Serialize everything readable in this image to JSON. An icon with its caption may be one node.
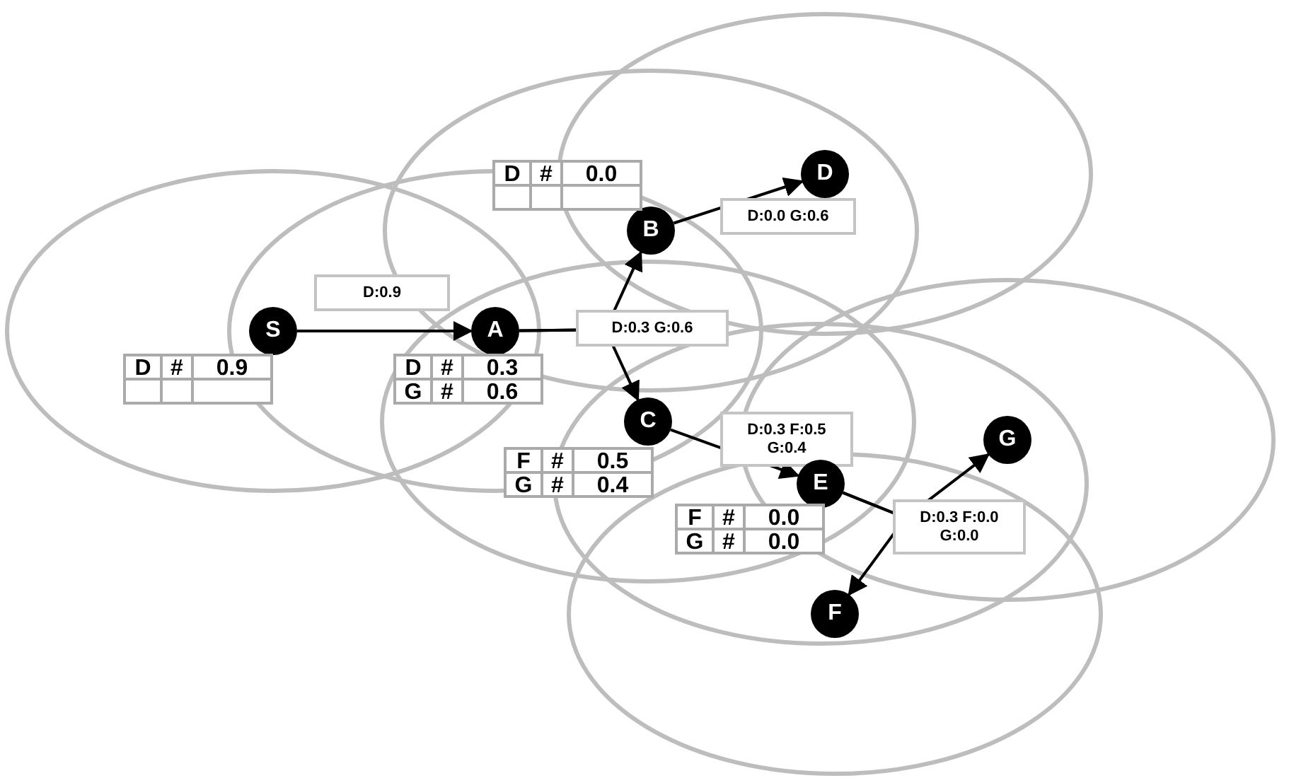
{
  "diagram": {
    "nodes": [
      {
        "text": [
          "S"
        ]
      },
      {
        "text": [
          "A"
        ]
      },
      {
        "text": [
          "B"
        ]
      },
      {
        "text": [
          "D"
        ]
      },
      {
        "text": [
          "C"
        ]
      },
      {
        "text": [
          "E"
        ]
      },
      {
        "text": [
          "G"
        ]
      },
      {
        "text": [
          "F"
        ]
      }
    ],
    "edges": [
      {
        "from": 0,
        "to": 1,
        "arrow": "to",
        "label": "D:0.9"
      },
      {
        "from": 1,
        "to": 2,
        "arrow": "to",
        "label": "D:0.3 G:0.6"
      },
      {
        "from": 1,
        "to": 4,
        "arrow": "to"
      },
      {
        "from": 2,
        "to": 3,
        "arrow": "to",
        "label": "D:0.0 G:0.6"
      },
      {
        "from": 4,
        "to": 5,
        "arrow": "to",
        "label": "D:0.3 F:0.5 G:0.4"
      },
      {
        "from": 5,
        "to": 6,
        "arrow": "to",
        "label": "D:0.3 F:0.0 G:0.0"
      },
      {
        "from": 5,
        "to": 7,
        "arrow": "to"
      }
    ],
    "labels": [
      "D",
      "#",
      "0.0",
      "D",
      "#",
      "0.9",
      "D",
      "#",
      "0.3",
      "G",
      "#",
      "0.6",
      "F",
      "#",
      "0.5",
      "G",
      "#",
      "0.4",
      "F",
      "#",
      "0.0",
      "G",
      "#",
      "0.0"
    ]
  }
}
